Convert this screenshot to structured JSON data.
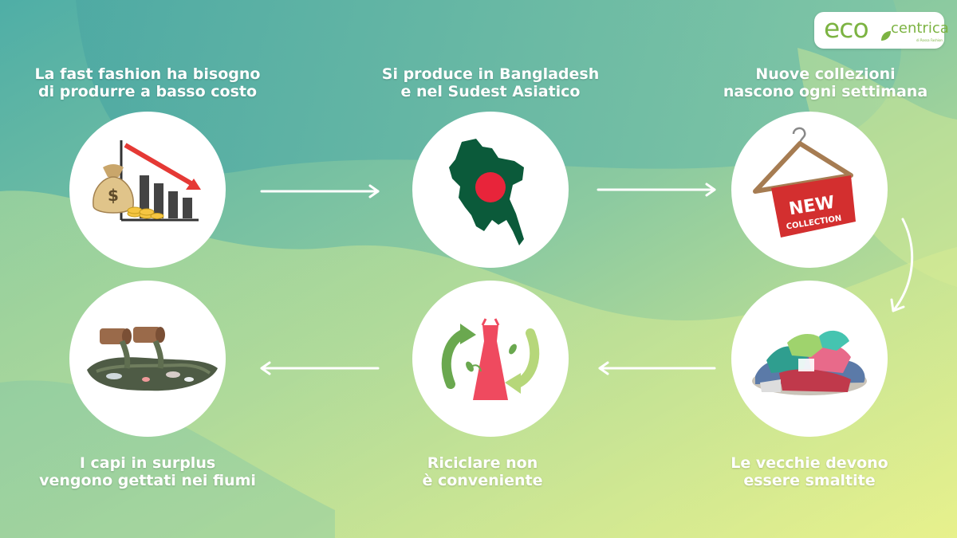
{
  "logo": {
    "text": "ecocentrica",
    "tagline": "di Rossa Fashion"
  },
  "brand_colors": {
    "green": "#7cb342",
    "bg_teal": "#5fb5a8",
    "bg_yellow": "#e6f08c"
  },
  "steps": [
    {
      "line1": "La fast fashion ha bisogno",
      "line2": "di produrre a basso costo",
      "icon": "money-bag-falling-chart-icon"
    },
    {
      "line1": "Si produce in Bangladesh",
      "line2": "e nel Sudest Asiatico",
      "icon": "bangladesh-map-icon"
    },
    {
      "line1": "Nuove collezioni",
      "line2": "nascono ogni settimana",
      "icon": "hanger-new-collection-icon",
      "badge_line1": "NEW",
      "badge_line2": "COLLECTION"
    },
    {
      "line1": "Le vecchie devono",
      "line2": "essere smaltite",
      "icon": "clothes-pile-icon"
    },
    {
      "line1": "Riciclare non",
      "line2": "è conveniente",
      "icon": "recycle-dress-icon"
    },
    {
      "line1": "I capi in surplus",
      "line2": "vengono gettati nei fiumi",
      "icon": "polluted-river-pipes-icon"
    }
  ]
}
